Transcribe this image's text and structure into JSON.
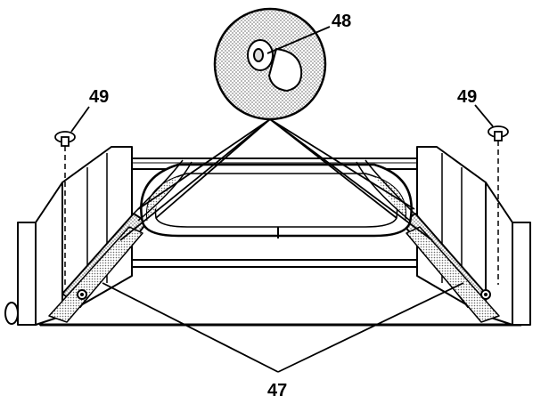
{
  "callouts": {
    "rollers": "47",
    "clip": "48",
    "screw_left": "49",
    "screw_right": "49"
  },
  "colors": {
    "ink": "#000000",
    "paper": "#ffffff",
    "stipple": "#b8b8b8"
  },
  "icons": {
    "magnifier": "detail-circle",
    "screw": "mounting-screw"
  }
}
